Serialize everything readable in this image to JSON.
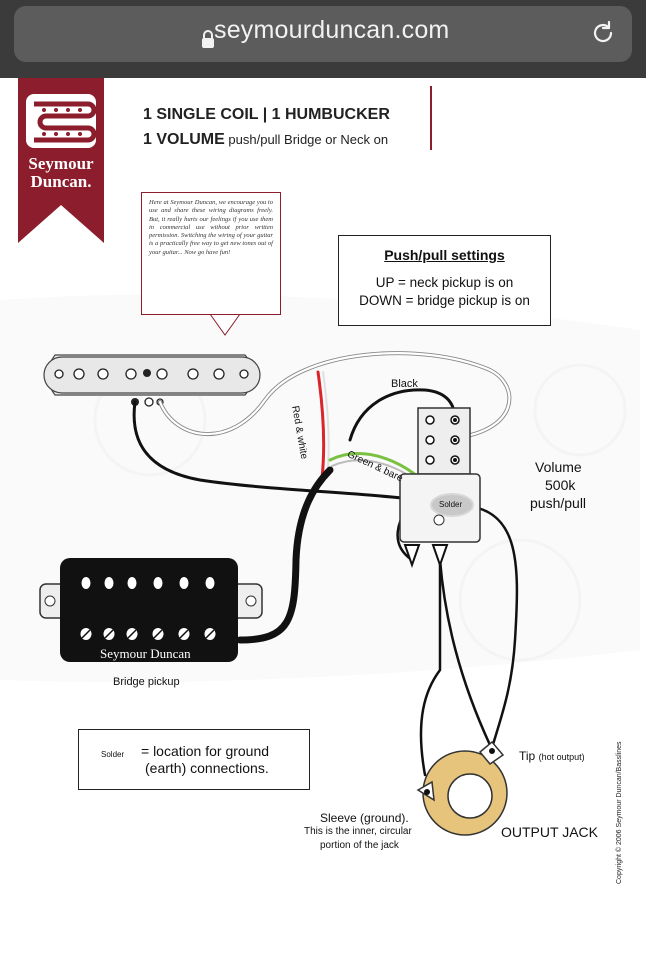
{
  "browser": {
    "url": "seymourduncan.com",
    "icons": [
      "lock-icon",
      "reload-icon"
    ]
  },
  "logo": {
    "line1": "Seymour",
    "line2": "Duncan."
  },
  "header": {
    "title_line1": "1 SINGLE COIL | 1 HUMBUCKER",
    "title_line2_bold": "1 VOLUME",
    "title_line2_rest": " push/pull Bridge or Neck on"
  },
  "note": {
    "text": "Here at Seymour Duncan, we encourage you to use and share these wiring diagrams freely. But, it really hurts our feelings if you use them in commercial use without prior written permission. Switching the wiring of your guitar is a practically free way to get new tones out of your guitar... Now go have fun!"
  },
  "push_pull": {
    "heading": "Push/pull settings",
    "up": "UP = neck pickup is on",
    "down": "DOWN = bridge pickup is on"
  },
  "labels": {
    "black": "Black",
    "red_white": "Red & white",
    "green_bare": "Green & bare",
    "solder": "Solder",
    "volume1": "Volume",
    "volume2": "500k",
    "volume3": "push/pull",
    "humbucker_brand": "Seymour Duncan",
    "bridge_pickup": "Bridge pickup",
    "tip": "Tip",
    "tip_sub": "(hot output)",
    "sleeve1": "Sleeve (ground).",
    "sleeve2": "This is the inner, circular",
    "sleeve3": "portion of the jack",
    "output_jack": "OUTPUT JACK"
  },
  "legend": {
    "badge": "Solder",
    "line1": "= location for ground",
    "line2": "(earth) connections."
  },
  "copyright": "Copyright © 2006 Seymour Duncan/Basslines",
  "colors": {
    "brand_red": "#8b1d2c",
    "toolbar": "#3b3b3b",
    "url_box": "#5c5c5c",
    "wire_green": "#7ac142",
    "wire_red": "#d9262c",
    "jack_gold": "#e6c47c"
  }
}
